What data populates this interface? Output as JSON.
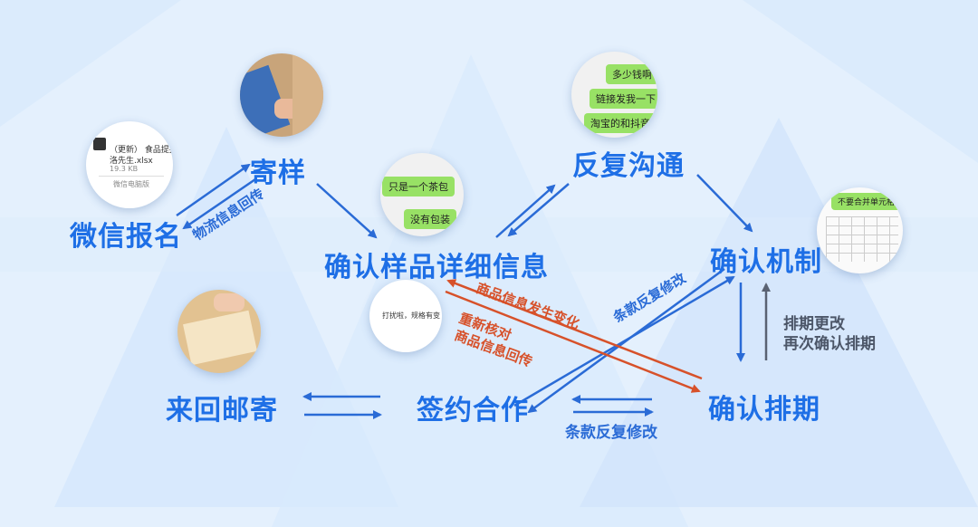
{
  "nodes": {
    "wechat_signup": "微信报名",
    "send_sample": "寄样",
    "confirm_sample_info": "确认样品详细信息",
    "repeated_communication": "反复沟通",
    "confirm_mechanism": "确认机制",
    "mailing_back_forth": "来回邮寄",
    "sign_cooperation": "签约合作",
    "confirm_schedule": "确认排期"
  },
  "edge_labels": {
    "logistics_info_return": "物流信息回传",
    "product_info_changed": "商品信息发生变化",
    "recheck": "重新核对",
    "product_info_return": "商品信息回传",
    "terms_revision_diag": "条款反复修改",
    "terms_revision_bottom": "条款反复修改",
    "schedule_change_1": "排期更改",
    "schedule_change_2": "再次确认排期"
  },
  "thumbnails": {
    "wechat_file": {
      "line1": "（更新） 食品提报格",
      "line2": "洛先生.xlsx",
      "line3": "19.3 KB",
      "line4": "微信电脑版"
    },
    "sample_chat": {
      "bubble1": "只是一个茶包",
      "bubble2": "没有包装"
    },
    "price_chat": {
      "bubble1": "多少钱啊",
      "bubble2": "链接发我一下",
      "bubble3": "淘宝的和抖音的"
    },
    "mechanism_sheet": {
      "bubble1": "不要合并单元格"
    },
    "change_note": {
      "text": "打扰啦，规格有变"
    }
  },
  "colors": {
    "node_blue": "#1e6fe6",
    "arrow_blue": "#2a6bd6",
    "arrow_orange": "#d7512a",
    "arrow_gray": "#5a6272",
    "chat_green": "#98e165",
    "background": "#e4f0fd"
  }
}
